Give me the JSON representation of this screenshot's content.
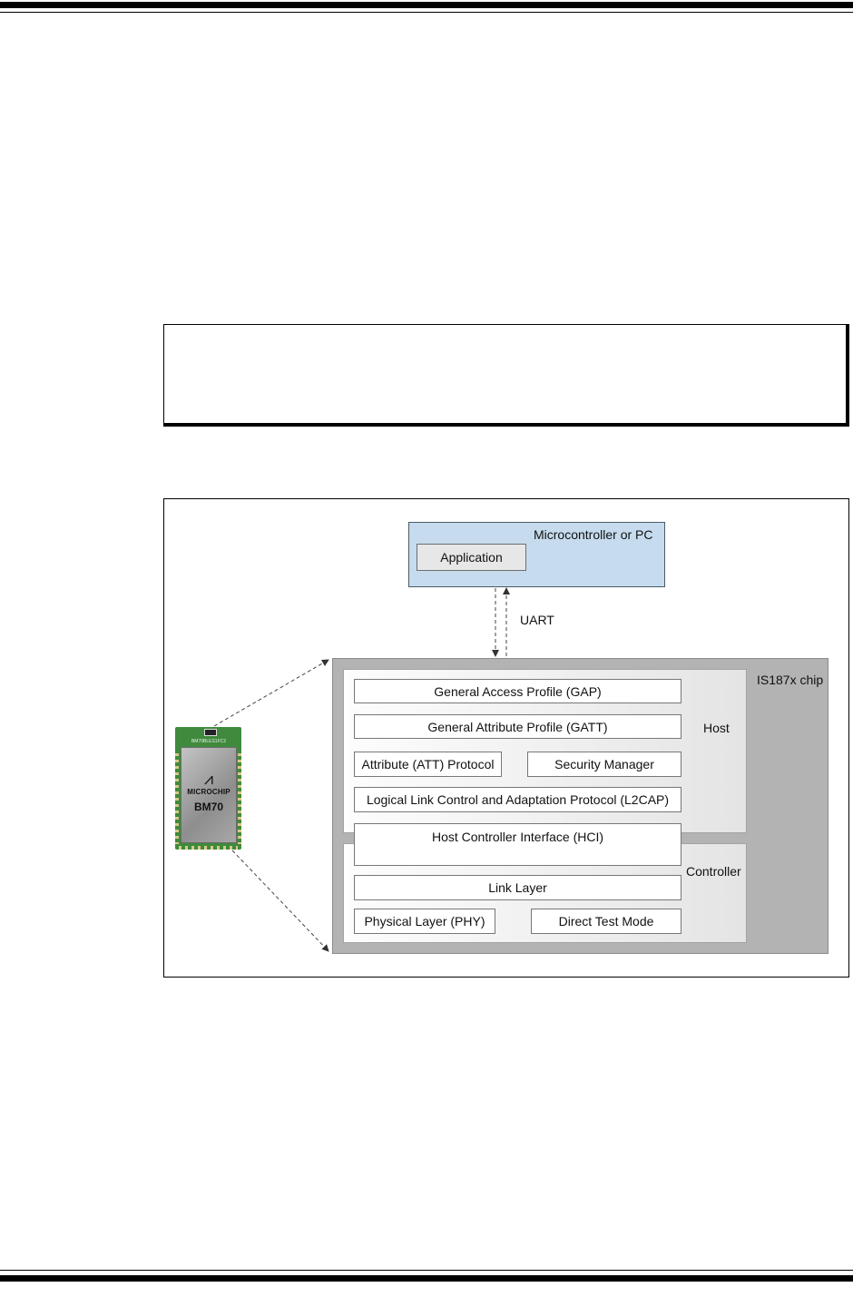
{
  "figure": {
    "microcontroller": {
      "title": "Microcontroller or PC",
      "application": "Application"
    },
    "uart_label": "UART",
    "chip": {
      "title": "IS187x chip",
      "host": {
        "label": "Host",
        "layers": {
          "gap": "General Access Profile (GAP)",
          "gatt": "General Attribute Profile (GATT)",
          "att": "Attribute (ATT) Protocol",
          "security": "Security Manager",
          "l2cap": "Logical Link Control and Adaptation Protocol (L2CAP)"
        }
      },
      "hci": "Host Controller Interface (HCI)",
      "controller": {
        "label": "Controller",
        "layers": {
          "link_layer": "Link Layer",
          "phy": "Physical Layer (PHY)",
          "dtm": "Direct Test Mode"
        }
      }
    },
    "module": {
      "brand": "MICROCHIP",
      "model": "BM70",
      "part_number": "BM70BLES1FC2"
    }
  }
}
